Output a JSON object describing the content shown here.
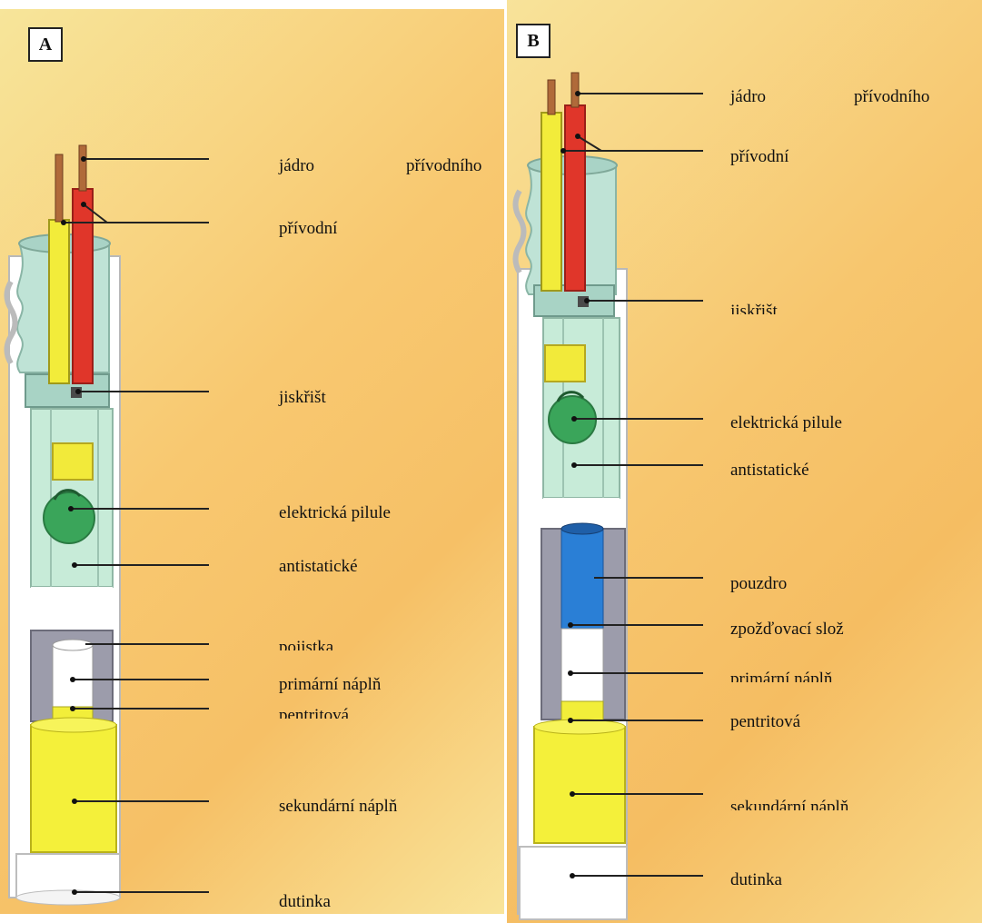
{
  "panels": [
    {
      "id": "A",
      "labels": {
        "core": [
          "jádro",
          "přívodního"
        ],
        "leads": "přívodní",
        "spark_gap": "jiskřišt",
        "pill": "elektrická pilule",
        "antistatic": "antistatické",
        "fuse": "pojistka",
        "primary": "primární náplň",
        "petn": "pentritová",
        "secondary": "sekundární náplň",
        "shell": "dutinka"
      }
    },
    {
      "id": "B",
      "labels": {
        "core": [
          "jádro",
          "přívodního"
        ],
        "leads": "přívodní",
        "spark_gap": "jiskřišt",
        "pill": "elektrická pilule",
        "antistatic": "antistatické",
        "sleeve": "pouzdro",
        "delay": "zpožďovací slož",
        "primary": "primární náplň",
        "petn": "pentritová",
        "secondary": "sekundární náplň",
        "shell": "dutinka"
      }
    }
  ],
  "colors": {
    "wire_yellow": "#f2ec3a",
    "wire_red": "#e0362a",
    "copper": "#b06a3a",
    "plug": "#b4ddd0",
    "chamber": "#c7ebd8",
    "pill": "#3aa55a",
    "sleeve": "#9a9aaa",
    "delay": "#2a7fd6",
    "charge": "#f4f03a"
  }
}
